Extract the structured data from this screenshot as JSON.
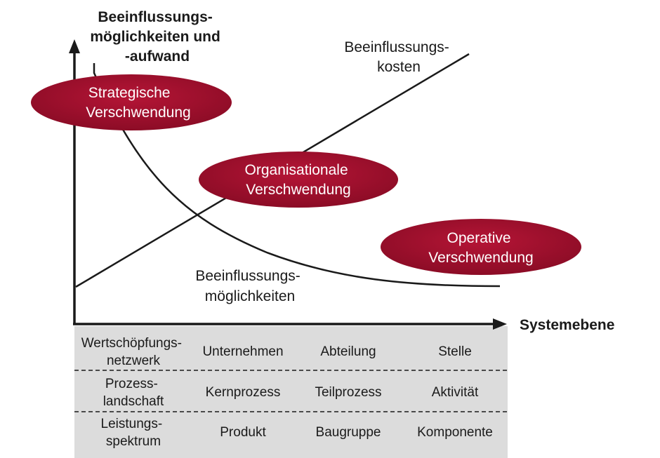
{
  "diagram": {
    "y_axis_label": [
      "Beeinflussungs-",
      "möglichkeiten und",
      "-aufwand"
    ],
    "x_axis_label": "Systemebene",
    "curve_labels": {
      "costs": [
        "Beeinflussungs-",
        "kosten"
      ],
      "possibilities": [
        "Beeinflussungs-",
        "möglichkeiten"
      ]
    },
    "waste_types": [
      {
        "id": "strategisch",
        "lines": [
          "Strategische",
          "Verschwendung"
        ]
      },
      {
        "id": "organisational",
        "lines": [
          "Organisationale",
          "Verschwendung"
        ]
      },
      {
        "id": "operativ",
        "lines": [
          "Operative",
          "Verschwendung"
        ]
      }
    ],
    "table_rows": [
      {
        "category": [
          "Wertschöpfungs-",
          "netzwerk"
        ],
        "levels": [
          "Unternehmen",
          "Abteilung",
          "Stelle"
        ]
      },
      {
        "category": [
          "Prozess-",
          "landschaft"
        ],
        "levels": [
          "Kernprozess",
          "Teilprozess",
          "Aktivität"
        ]
      },
      {
        "category": [
          "Leistungs-",
          "spektrum"
        ],
        "levels": [
          "Produkt",
          "Baugruppe",
          "Komponente"
        ]
      }
    ],
    "colors": {
      "ellipse": "#a3102e",
      "axis": "#1a1a1a",
      "table_bg": "#dcdcdc"
    }
  }
}
